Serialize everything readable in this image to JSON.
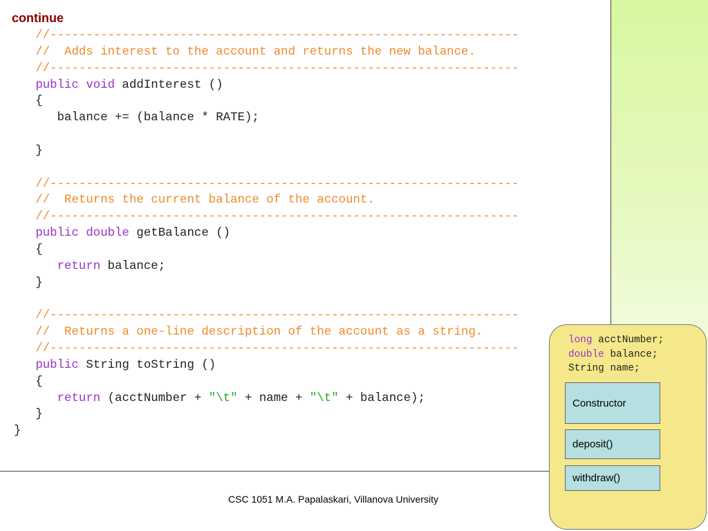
{
  "slide": {
    "heading": "continue",
    "footer": "CSC 1051 M.A. Papalaskari, Villanova University"
  },
  "code_lines": [
    [
      {
        "t": "   ",
        "c": ""
      },
      {
        "t": "//-----------------------------------------------------------------",
        "c": "cm"
      }
    ],
    [
      {
        "t": "   ",
        "c": ""
      },
      {
        "t": "//  Adds interest to the account and returns the new balance.",
        "c": "cm"
      }
    ],
    [
      {
        "t": "   ",
        "c": ""
      },
      {
        "t": "//-----------------------------------------------------------------",
        "c": "cm"
      }
    ],
    [
      {
        "t": "   ",
        "c": ""
      },
      {
        "t": "public",
        "c": "kw"
      },
      {
        "t": " ",
        "c": ""
      },
      {
        "t": "void",
        "c": "kw"
      },
      {
        "t": " addInterest ()",
        "c": ""
      }
    ],
    [
      {
        "t": "   {",
        "c": ""
      }
    ],
    [
      {
        "t": "      balance += (balance * RATE);",
        "c": ""
      }
    ],
    [],
    [
      {
        "t": "   }",
        "c": ""
      }
    ],
    [],
    [
      {
        "t": "   ",
        "c": ""
      },
      {
        "t": "//-----------------------------------------------------------------",
        "c": "cm"
      }
    ],
    [
      {
        "t": "   ",
        "c": ""
      },
      {
        "t": "//  Returns the current balance of the account.",
        "c": "cm"
      }
    ],
    [
      {
        "t": "   ",
        "c": ""
      },
      {
        "t": "//-----------------------------------------------------------------",
        "c": "cm"
      }
    ],
    [
      {
        "t": "   ",
        "c": ""
      },
      {
        "t": "public",
        "c": "kw"
      },
      {
        "t": " ",
        "c": ""
      },
      {
        "t": "double",
        "c": "kw"
      },
      {
        "t": " getBalance ()",
        "c": ""
      }
    ],
    [
      {
        "t": "   {",
        "c": ""
      }
    ],
    [
      {
        "t": "      ",
        "c": ""
      },
      {
        "t": "return",
        "c": "kw"
      },
      {
        "t": " balance;",
        "c": ""
      }
    ],
    [
      {
        "t": "   }",
        "c": ""
      }
    ],
    [],
    [
      {
        "t": "   ",
        "c": ""
      },
      {
        "t": "//-----------------------------------------------------------------",
        "c": "cm"
      }
    ],
    [
      {
        "t": "   ",
        "c": ""
      },
      {
        "t": "//  Returns a one-line description of the account as a string.",
        "c": "cm"
      }
    ],
    [
      {
        "t": "   ",
        "c": ""
      },
      {
        "t": "//-----------------------------------------------------------------",
        "c": "cm"
      }
    ],
    [
      {
        "t": "   ",
        "c": ""
      },
      {
        "t": "public",
        "c": "kw"
      },
      {
        "t": " String toString ()",
        "c": ""
      }
    ],
    [
      {
        "t": "   {",
        "c": ""
      }
    ],
    [
      {
        "t": "      ",
        "c": ""
      },
      {
        "t": "return",
        "c": "kw"
      },
      {
        "t": " (acctNumber + ",
        "c": ""
      },
      {
        "t": "\"\\t\"",
        "c": "str"
      },
      {
        "t": " + name + ",
        "c": ""
      },
      {
        "t": "\"\\t\"",
        "c": "str"
      },
      {
        "t": " + balance);",
        "c": ""
      }
    ],
    [
      {
        "t": "   }",
        "c": ""
      }
    ],
    [
      {
        "t": "}",
        "c": ""
      }
    ]
  ],
  "class_card": {
    "fields": [
      [
        {
          "t": "long",
          "c": "kw"
        },
        {
          "t": " acctNumber;",
          "c": ""
        }
      ],
      [
        {
          "t": "double",
          "c": "kw"
        },
        {
          "t": " balance;",
          "c": ""
        }
      ],
      [
        {
          "t": "String name;",
          "c": ""
        }
      ]
    ],
    "methods": [
      "Constructor",
      "deposit()",
      "withdraw()"
    ]
  },
  "colors": {
    "heading": "#8b0000",
    "comment": "#ee8a2a",
    "keyword": "#9933cc",
    "string": "#22aa22",
    "card": "#f5e88a",
    "method_box": "#b6dfe1"
  }
}
